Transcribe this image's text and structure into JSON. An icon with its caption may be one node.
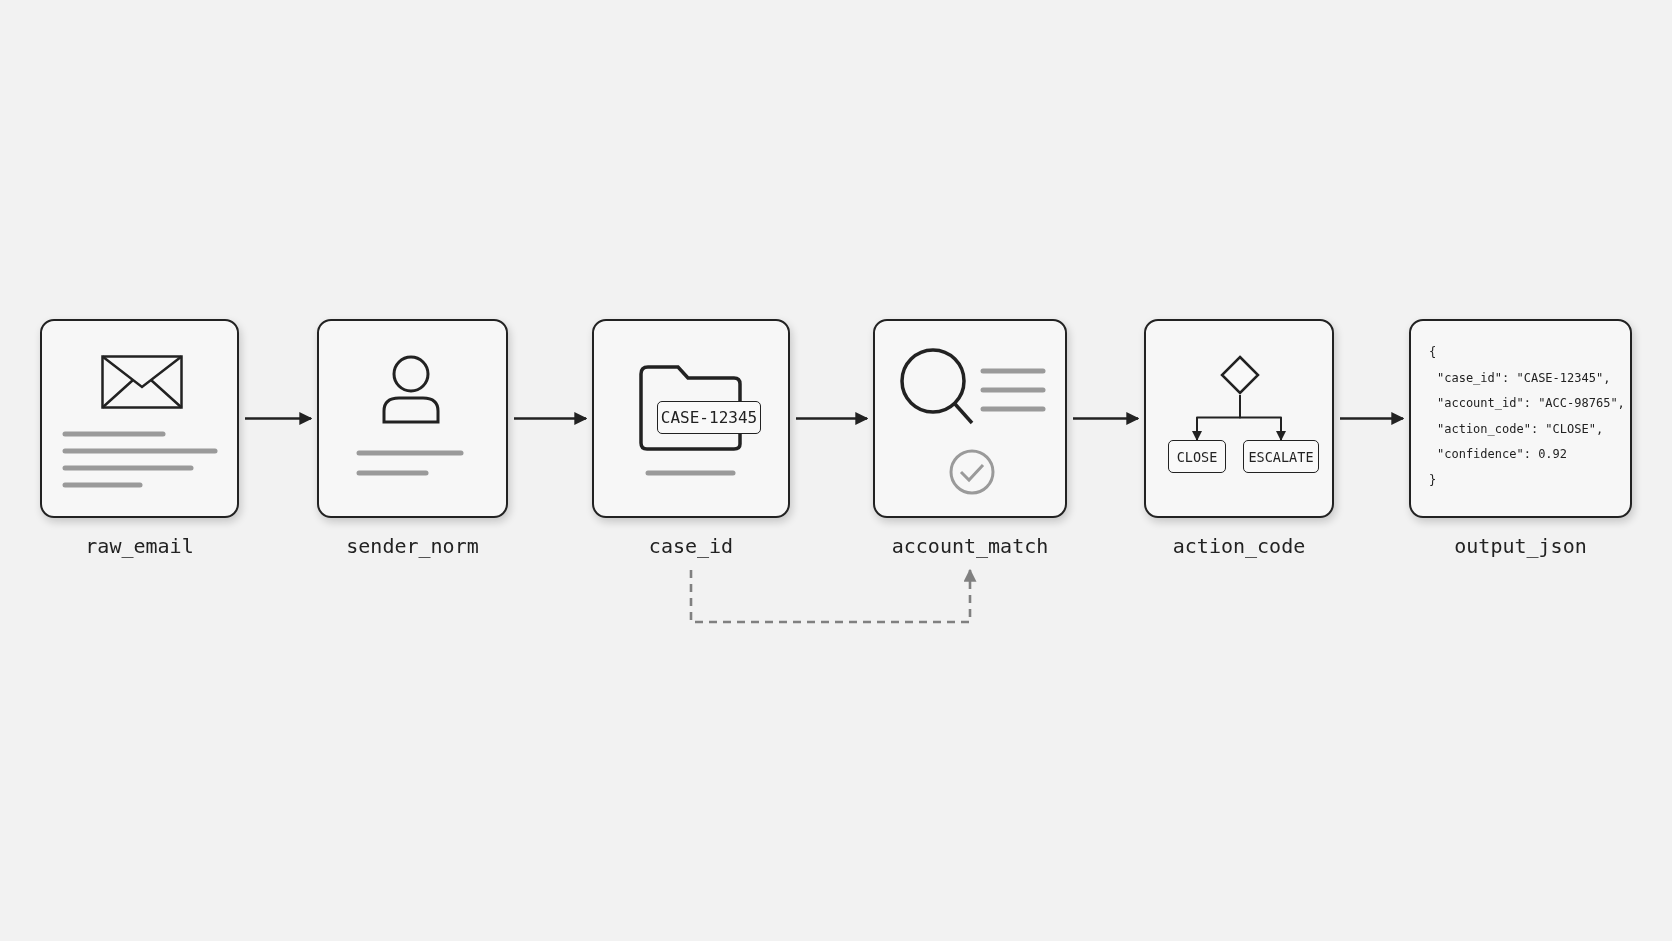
{
  "diagram": {
    "nodes": [
      {
        "text": [
          "raw_email"
        ]
      },
      {
        "text": [
          "sender_norm"
        ]
      },
      {
        "text": [
          "case_id"
        ]
      },
      {
        "text": [
          "CASE-12345"
        ],
        "in": 2
      },
      {
        "text": [
          "account_match"
        ]
      },
      {
        "text": [
          "action_code"
        ]
      },
      {
        "text": [],
        "shape": "diamond",
        "in": 5
      },
      {
        "text": [
          "CLOSE"
        ],
        "in": 5
      },
      {
        "text": [
          "ESCALATE"
        ],
        "in": 5
      },
      {
        "text": [
          "{",
          "\"case_id\": \"CASE-12345\",",
          "\"account_id\": \"ACC-98765\",",
          "\"action_code\": \"CLOSE\",",
          "\"confidence\": 0.92",
          "}",
          "output_json"
        ]
      }
    ],
    "edges": [
      {
        "from": 0,
        "to": 1,
        "arrow": "to"
      },
      {
        "from": 1,
        "to": 2,
        "arrow": "to"
      },
      {
        "from": 2,
        "to": 4,
        "arrow": "to"
      },
      {
        "from": 4,
        "to": 5,
        "arrow": "to"
      },
      {
        "from": 5,
        "to": 9,
        "arrow": "to"
      },
      {
        "from": 2,
        "to": 4,
        "arrow": "to",
        "style": "dashed",
        "color": "#808080"
      },
      {
        "from": 6,
        "to": 7,
        "arrow": "to"
      },
      {
        "from": 6,
        "to": 8,
        "arrow": "to"
      }
    ]
  }
}
